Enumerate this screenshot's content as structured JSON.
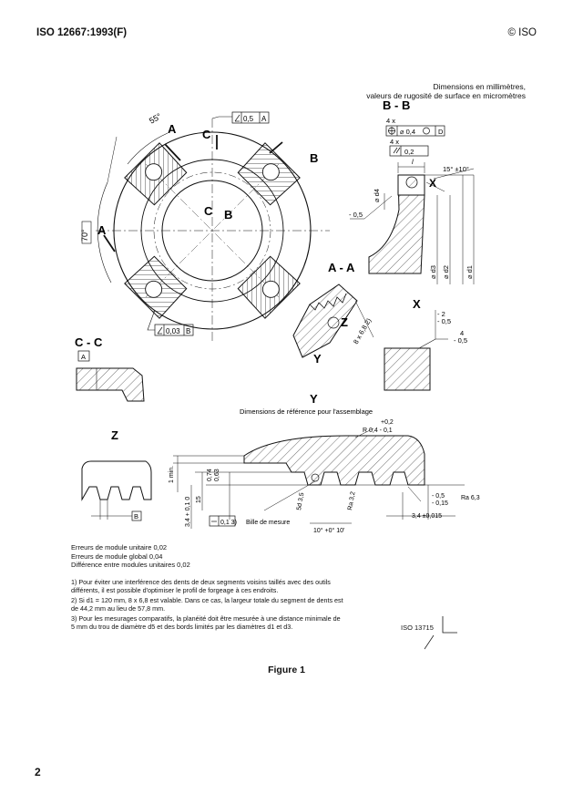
{
  "header": {
    "standard": "ISO 12667:1993(F)",
    "copyright": "© ISO"
  },
  "dims_note": {
    "line1": "Dimensions en millimètres,",
    "line2": "valeurs de rugosité de surface en micromètres"
  },
  "views": {
    "bb": "B - B",
    "aa": "A - A",
    "cc": "C - C",
    "x": "X",
    "y": "Y",
    "z": "Z",
    "y_title": "Dimensions de référence pour l'assemblage"
  },
  "callouts": {
    "a": "A",
    "b": "B",
    "c": "C",
    "angle_55": "55°",
    "angle_70": "70°",
    "tol_05a": "0,5",
    "tol_05a_ref": "A",
    "tol_003b": "0,03",
    "tol_003b_ref": "B",
    "bb_4x_a": "4 x",
    "bb_pos": "⌀ 0,4",
    "bb_pos_ref": "D",
    "bb_4x_b": "4 x",
    "bb_par": "0,2",
    "bb_l": "l",
    "bb_angle": "15° ±10°",
    "bb_d4": "⌀ d4",
    "bb_d3": "⌀ d3",
    "bb_d2": "⌀ d2",
    "bb_d1": "⌀ d1",
    "bb_m05": "- 0,5",
    "aa_m": "8 x 6,8 2)",
    "x_m2": "- 2",
    "x_m05a": "- 0,5",
    "x_4": "4",
    "x_m05b": "- 0,5",
    "y_p02": "+0,2",
    "y_r": "R 0,4 - 0,1",
    "y_1min": "1 min.",
    "y_074": "0,74",
    "y_063": "0,63",
    "y_15": "15",
    "y_34": "3,4 + 0,1 0",
    "y_flat": "0,1 3)",
    "y_bille": "Bille de mesure",
    "y_5d5": "5d 3,5",
    "y_ra": "Ra 3,2",
    "y_angle": "10° +0° 10'",
    "y_m05": "- 0,5",
    "y_m015": "- 0,15",
    "y_ra63": "Ra 6,3",
    "y_34b": "3,4 ±0,015",
    "z_b": "B",
    "cc_a": "A"
  },
  "errors": [
    "Erreurs de module unitaire 0,02",
    "Erreurs de module global 0,04",
    "Différence entre modules unitaires 0,02"
  ],
  "footnotes": [
    "1) Pour éviter une interférence des dents de deux segments voisins taillés avec des outils différents, il est possible d'optimiser le profil de forgeage à ces endroits.",
    "2) Si d1 = 120 mm, 8 x 6,8 est valable. Dans ce cas, la largeur totale du segment de dents est de 44,2 mm au lieu de 57,8 mm.",
    "3) Pour les mesurages comparatifs, la planéité doit être mesurée à une distance minimale de 5 mm du trou de diamètre d5 et des bords limités par les diamètres d1 et d3."
  ],
  "figure_title": "Figure 1",
  "iso_ref": "ISO 13715",
  "page_number": "2"
}
